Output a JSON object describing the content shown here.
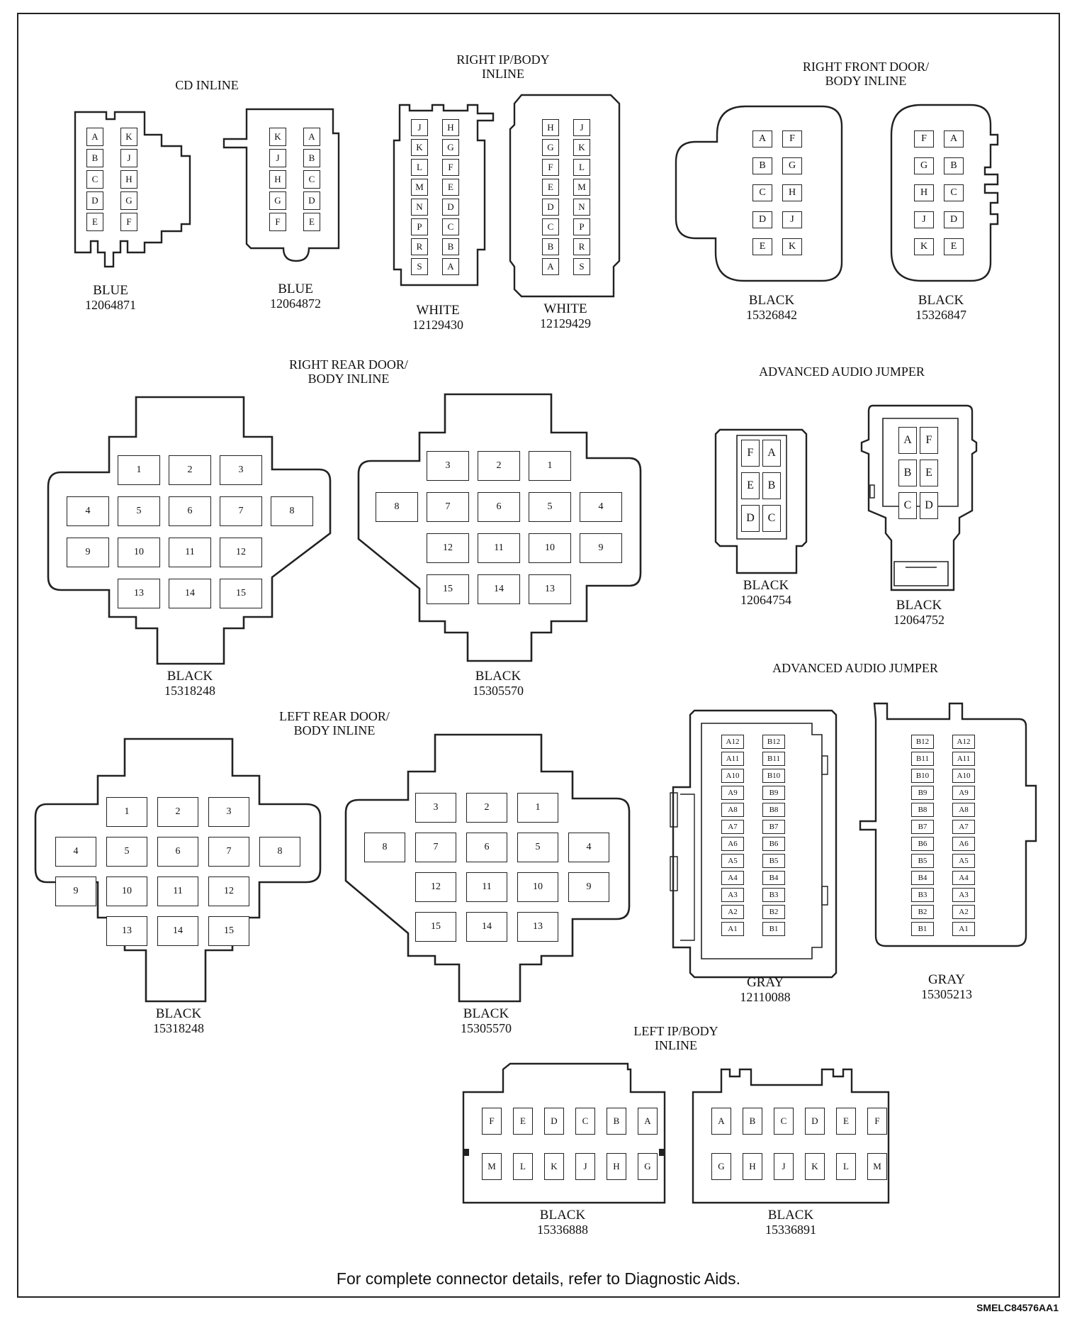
{
  "groups": {
    "cd_inline": "CD INLINE",
    "right_ip_body_inline": "RIGHT IP/BODY\nINLINE",
    "right_front_door_body_inline": "RIGHT FRONT DOOR/\nBODY INLINE",
    "right_rear_door_body_inline": "RIGHT REAR DOOR/\nBODY INLINE",
    "advanced_audio_jumper_1": "ADVANCED AUDIO JUMPER",
    "advanced_audio_jumper_2": "ADVANCED AUDIO JUMPER",
    "left_rear_door_body_inline": "LEFT REAR DOOR/\nBODY INLINE",
    "left_ip_body_inline": "LEFT IP/BODY\nINLINE"
  },
  "connectors": {
    "c1": {
      "color": "BLUE",
      "part": "12064871",
      "pins": [
        [
          "A",
          "K"
        ],
        [
          "B",
          "J"
        ],
        [
          "C",
          "H"
        ],
        [
          "D",
          "G"
        ],
        [
          "E",
          "F"
        ]
      ]
    },
    "c2": {
      "color": "BLUE",
      "part": "12064872",
      "pins": [
        [
          "K",
          "A"
        ],
        [
          "J",
          "B"
        ],
        [
          "H",
          "C"
        ],
        [
          "G",
          "D"
        ],
        [
          "F",
          "E"
        ]
      ]
    },
    "c3": {
      "color": "WHITE",
      "part": "12129430",
      "pins": [
        [
          "J",
          "H"
        ],
        [
          "K",
          "G"
        ],
        [
          "L",
          "F"
        ],
        [
          "M",
          "E"
        ],
        [
          "N",
          "D"
        ],
        [
          "P",
          "C"
        ],
        [
          "R",
          "B"
        ],
        [
          "S",
          "A"
        ]
      ]
    },
    "c4": {
      "color": "WHITE",
      "part": "12129429",
      "pins": [
        [
          "H",
          "J"
        ],
        [
          "G",
          "K"
        ],
        [
          "F",
          "L"
        ],
        [
          "E",
          "M"
        ],
        [
          "D",
          "N"
        ],
        [
          "C",
          "P"
        ],
        [
          "B",
          "R"
        ],
        [
          "A",
          "S"
        ]
      ]
    },
    "c5": {
      "color": "BLACK",
      "part": "15326842",
      "pins": [
        [
          "A",
          "F"
        ],
        [
          "B",
          "G"
        ],
        [
          "C",
          "H"
        ],
        [
          "D",
          "J"
        ],
        [
          "E",
          "K"
        ]
      ]
    },
    "c6": {
      "color": "BLACK",
      "part": "15326847",
      "pins": [
        [
          "F",
          "A"
        ],
        [
          "G",
          "B"
        ],
        [
          "H",
          "C"
        ],
        [
          "J",
          "D"
        ],
        [
          "K",
          "E"
        ]
      ]
    },
    "c7": {
      "color": "BLACK",
      "part": "15318248",
      "pins": [
        [
          "",
          "1",
          "2",
          "3",
          ""
        ],
        [
          "4",
          "5",
          "6",
          "7",
          "8"
        ],
        [
          "9",
          "10",
          "11",
          "12",
          ""
        ],
        [
          "",
          "13",
          "14",
          "15",
          ""
        ]
      ]
    },
    "c8": {
      "color": "BLACK",
      "part": "15305570",
      "pins": [
        [
          "",
          "3",
          "2",
          "1",
          ""
        ],
        [
          "8",
          "7",
          "6",
          "5",
          "4"
        ],
        [
          "",
          "12",
          "11",
          "10",
          "9"
        ],
        [
          "",
          "15",
          "14",
          "13",
          ""
        ]
      ]
    },
    "c9": {
      "color": "BLACK",
      "part": "12064754",
      "pins": [
        [
          "F",
          "A"
        ],
        [
          "E",
          "B"
        ],
        [
          "D",
          "C"
        ]
      ]
    },
    "c10": {
      "color": "BLACK",
      "part": "12064752",
      "pins": [
        [
          "A",
          "F"
        ],
        [
          "B",
          "E"
        ],
        [
          "C",
          "D"
        ]
      ]
    },
    "c11": {
      "color": "BLACK",
      "part": "15318248",
      "pins": [
        [
          "",
          "1",
          "2",
          "3",
          ""
        ],
        [
          "4",
          "5",
          "6",
          "7",
          "8"
        ],
        [
          "9",
          "10",
          "11",
          "12",
          ""
        ],
        [
          "",
          "13",
          "14",
          "15",
          ""
        ]
      ]
    },
    "c12": {
      "color": "BLACK",
      "part": "15305570",
      "pins": [
        [
          "",
          "3",
          "2",
          "1",
          ""
        ],
        [
          "8",
          "7",
          "6",
          "5",
          "4"
        ],
        [
          "",
          "12",
          "11",
          "10",
          "9"
        ],
        [
          "",
          "15",
          "14",
          "13",
          ""
        ]
      ]
    },
    "c13": {
      "color": "GRAY",
      "part": "12110088",
      "pins": [
        [
          "A12",
          "B12"
        ],
        [
          "A11",
          "B11"
        ],
        [
          "A10",
          "B10"
        ],
        [
          "A9",
          "B9"
        ],
        [
          "A8",
          "B8"
        ],
        [
          "A7",
          "B7"
        ],
        [
          "A6",
          "B6"
        ],
        [
          "A5",
          "B5"
        ],
        [
          "A4",
          "B4"
        ],
        [
          "A3",
          "B3"
        ],
        [
          "A2",
          "B2"
        ],
        [
          "A1",
          "B1"
        ]
      ]
    },
    "c14": {
      "color": "GRAY",
      "part": "15305213",
      "pins": [
        [
          "B12",
          "A12"
        ],
        [
          "B11",
          "A11"
        ],
        [
          "B10",
          "A10"
        ],
        [
          "B9",
          "A9"
        ],
        [
          "B8",
          "A8"
        ],
        [
          "B7",
          "A7"
        ],
        [
          "B6",
          "A6"
        ],
        [
          "B5",
          "A5"
        ],
        [
          "B4",
          "A4"
        ],
        [
          "B3",
          "A3"
        ],
        [
          "B2",
          "A2"
        ],
        [
          "B1",
          "A1"
        ]
      ]
    },
    "c15": {
      "color": "BLACK",
      "part": "15336888",
      "pins": [
        [
          "F",
          "E",
          "D",
          "C",
          "B",
          "A"
        ],
        [
          "M",
          "L",
          "K",
          "J",
          "H",
          "G"
        ]
      ]
    },
    "c16": {
      "color": "BLACK",
      "part": "15336891",
      "pins": [
        [
          "A",
          "B",
          "C",
          "D",
          "E",
          "F"
        ],
        [
          "G",
          "H",
          "J",
          "K",
          "L",
          "M"
        ]
      ]
    }
  },
  "footer": {
    "note": "For complete connector details, refer to Diagnostic Aids.",
    "code": "SMELC84576AA1"
  }
}
